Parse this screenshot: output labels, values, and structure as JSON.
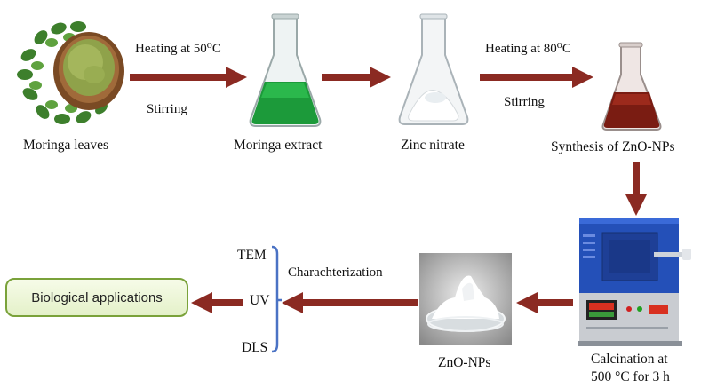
{
  "steps": {
    "leaves": "Moringa leaves",
    "extract": "Moringa extract",
    "zinc": "Zinc nitrate",
    "synthesis": "Synthesis of ZnO-NPs",
    "calcination_line1": "Calcination at",
    "calcination_line2": "500 °C for 3 h",
    "zno": "ZnO-NPs",
    "bio": "Biological applications"
  },
  "conditions": {
    "heat1": "Heating at 50⁰C",
    "stir1": "Stirring",
    "heat2": "Heating at 80⁰C",
    "stir2": "Stirring",
    "characterization": "Charachterization"
  },
  "techniques": [
    "TEM",
    "UV",
    "DLS"
  ],
  "colors": {
    "arrow": "#8b2a22",
    "extract": "#1c9a3a",
    "synthesis": "#7a1c12",
    "box_border": "#7aa23a"
  }
}
